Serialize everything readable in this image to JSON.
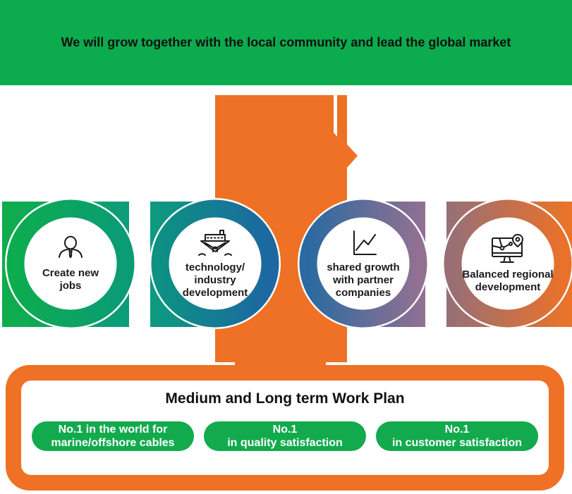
{
  "header": {
    "title": "We will grow together with the local community and lead the global market"
  },
  "colors": {
    "header_green": "#0CAB4E",
    "arrow_orange": "#EE7125",
    "pill_green": "#12AA4D",
    "plan_border_orange": "#EE7125",
    "label_dark": "#1b1b1b",
    "gradient_spectrum": [
      "#0FAD4B",
      "#0D9C7C",
      "#1C6AA3",
      "#927093",
      "#EC7425"
    ]
  },
  "goals": [
    {
      "icon": "person-icon",
      "lines": [
        "Create new",
        "jobs"
      ]
    },
    {
      "icon": "ship-icon",
      "lines": [
        "technology/",
        "industry",
        "development"
      ]
    },
    {
      "icon": "growth-chart-icon",
      "lines": [
        "shared growth",
        "with partner",
        "companies"
      ]
    },
    {
      "icon": "map-monitor-icon",
      "lines": [
        "Balanced regional",
        "development"
      ]
    }
  ],
  "plan": {
    "title": "Medium and Long term Work Plan",
    "pills": [
      {
        "lines": [
          "No.1 in the world for",
          "marine/offshore cables"
        ]
      },
      {
        "lines": [
          "No.1",
          "in quality satisfaction"
        ]
      },
      {
        "lines": [
          "No.1",
          "in customer satisfaction"
        ]
      }
    ]
  }
}
